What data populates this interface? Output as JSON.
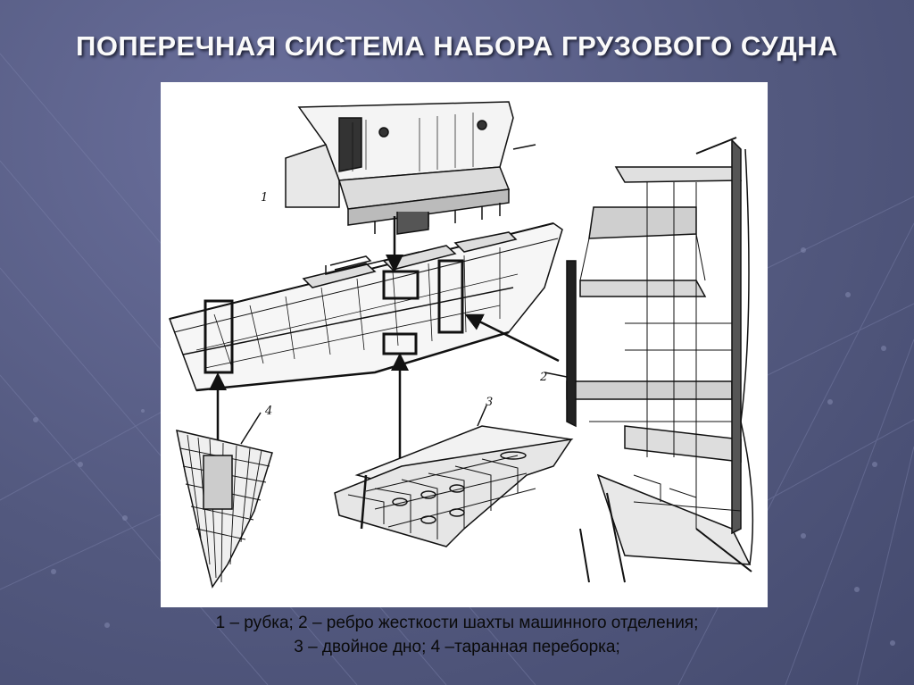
{
  "slide": {
    "title": "ПОПЕРЕЧНАЯ СИСТЕМА НАБОРА ГРУЗОВОГО СУДНА",
    "caption_line_1": "1 – рубка; 2 – ребро жесткости шахты машинного отделения;",
    "caption_line_2": "3 – двойное дно; 4 –таранная переборка;"
  },
  "diagram": {
    "parts": [
      {
        "number": "1",
        "name": "рубка"
      },
      {
        "number": "2",
        "name": "ребро жесткости шахты машинного отделения"
      },
      {
        "number": "3",
        "name": "двойное дно"
      },
      {
        "number": "4",
        "name": "таранная переборка"
      }
    ]
  },
  "colors": {
    "background": "#555b82",
    "title_text": "#fafafa",
    "figure_background": "#ffffff",
    "ink": "#111111"
  }
}
